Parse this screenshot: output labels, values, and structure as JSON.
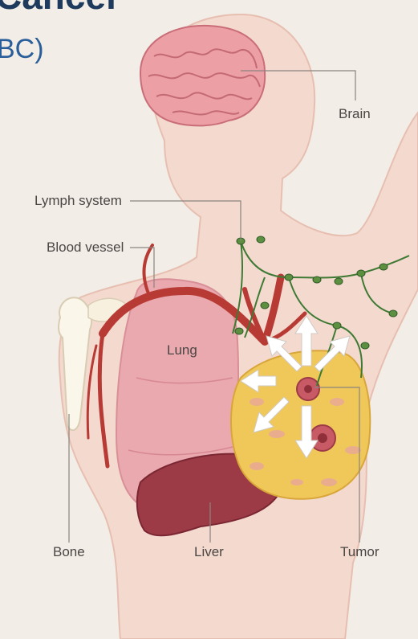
{
  "title_fragment": "Cancer",
  "subtitle_fragment": "BC)",
  "labels": {
    "brain": "Brain",
    "lymph": "Lymph system",
    "blood": "Blood vessel",
    "lung": "Lung",
    "bone": "Bone",
    "liver": "Liver",
    "tumor": "Tumor"
  },
  "colors": {
    "background": "#f2ede6",
    "title": "#1e3a5c",
    "subtitle": "#2a5e9a",
    "skin": "#f4d9cf",
    "lung": "#e9a3ac",
    "liver": "#9c3b46",
    "vessel": "#b73a34",
    "lymph": "#3f7a34",
    "breast": "#f0c85a",
    "label": "#4a4644"
  }
}
